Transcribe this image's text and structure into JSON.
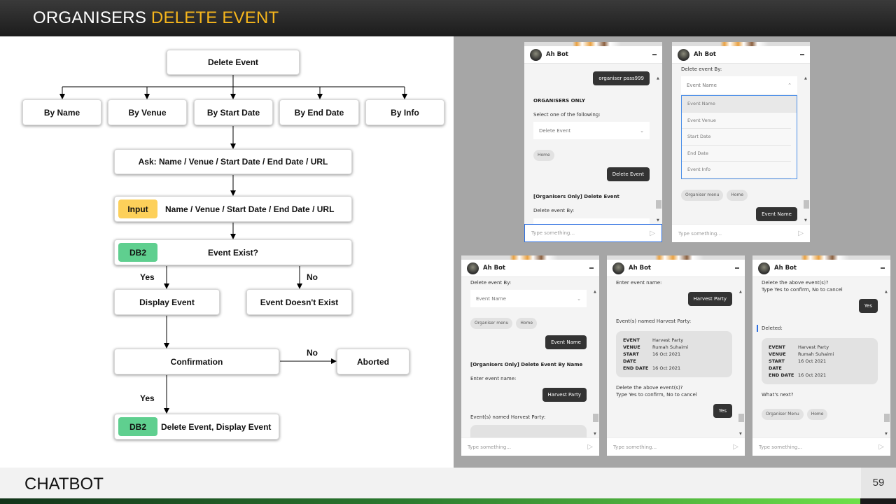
{
  "header": {
    "title_white": "ORGANISERS ",
    "title_accent": "DELETE EVENT",
    "accent_color": "#f6b61c"
  },
  "footer": {
    "section": "CHATBOT",
    "page_number": "59"
  },
  "flowchart": {
    "root": "Delete Event",
    "options": [
      "By Name",
      "By Venue",
      "By Start Date",
      "By End Date",
      "By Info"
    ],
    "ask": "Ask: Name / Venue / Start Date / End Date / URL",
    "input": {
      "badge": "Input",
      "text": "Name / Venue / Start Date / End Date / URL",
      "badge_color": "#fdd05a"
    },
    "exist": {
      "badge": "DB2",
      "text": "Event Exist?",
      "badge_color": "#5fcf8f"
    },
    "display": "Display Event",
    "not_exist": "Event Doesn't Exist",
    "confirmation": "Confirmation",
    "aborted": "Aborted",
    "delete": {
      "badge": "DB2",
      "text": "Delete Event, Display Event"
    },
    "labels": {
      "yes1": "Yes",
      "no1": "No",
      "no2": "No",
      "yes2": "Yes"
    }
  },
  "chat": {
    "bot_name": "Ah Bot",
    "input_placeholder": "Type something...",
    "panels": [
      {
        "focused": true,
        "messages": [
          {
            "type": "user",
            "text": "organiser pass999"
          },
          {
            "type": "bold",
            "text": "ORGANISERS ONLY"
          },
          {
            "type": "text",
            "text": "Select one of the following:"
          },
          {
            "type": "select",
            "text": "Delete Event",
            "open": false
          },
          {
            "type": "chips",
            "items": [
              "Home"
            ]
          },
          {
            "type": "user",
            "text": "Delete Event"
          },
          {
            "type": "bold",
            "text": "[Organisers Only] Delete Event"
          },
          {
            "type": "text",
            "text": "Delete event By:"
          },
          {
            "type": "partial-white"
          }
        ]
      },
      {
        "focused": false,
        "messages": [
          {
            "type": "text",
            "text": "Delete event By:",
            "first": true
          },
          {
            "type": "select",
            "text": "Event Name",
            "open": true
          },
          {
            "type": "dropdown",
            "items": [
              "Event Name",
              "Event Venue",
              "Start Date",
              "End Date",
              "Event Info"
            ],
            "highlighted": "Event Name"
          },
          {
            "type": "chips",
            "items": [
              "Organiser menu",
              "Home"
            ]
          },
          {
            "type": "user",
            "text": "Event Name"
          }
        ]
      },
      {
        "focused": false,
        "messages": [
          {
            "type": "text",
            "text": "Delete event By:",
            "first": true
          },
          {
            "type": "select",
            "text": "Event Name",
            "open": false
          },
          {
            "type": "chips",
            "items": [
              "Organiser menu",
              "Home"
            ]
          },
          {
            "type": "user",
            "text": "Event Name"
          },
          {
            "type": "bold",
            "text": "[Organisers Only] Delete Event By Name"
          },
          {
            "type": "text",
            "text": "Enter event name:"
          },
          {
            "type": "user",
            "text": "Harvest Party"
          },
          {
            "type": "text",
            "text": "Event(s) named Harvest Party:"
          },
          {
            "type": "partial"
          }
        ]
      },
      {
        "focused": false,
        "messages": [
          {
            "type": "text",
            "text": "Enter event name:",
            "first": true
          },
          {
            "type": "user",
            "text": "Harvest Party"
          },
          {
            "type": "text",
            "text": "Event(s) named Harvest Party:"
          },
          {
            "type": "card",
            "rows": [
              [
                "EVENT",
                "Harvest Party"
              ],
              [
                "VENUE",
                "Rumah Suhaimi"
              ],
              [
                "START DATE",
                "16 Oct 2021"
              ],
              [
                "END DATE",
                "16 Oct 2021"
              ]
            ]
          },
          {
            "type": "text",
            "text": "Delete the above event(s)?"
          },
          {
            "type": "text",
            "text": "Type Yes to confirm, No to cancel",
            "tight": true
          },
          {
            "type": "user",
            "text": "Yes"
          }
        ]
      },
      {
        "focused": false,
        "messages": [
          {
            "type": "text",
            "text": "Delete the above event(s)?",
            "first": true
          },
          {
            "type": "text",
            "text": "Type Yes to confirm, No to cancel",
            "tight": true
          },
          {
            "type": "user",
            "text": "Yes"
          },
          {
            "type": "deleted",
            "text": "Deleted:"
          },
          {
            "type": "card",
            "rows": [
              [
                "EVENT",
                "Harvest Party"
              ],
              [
                "VENUE",
                "Rumah Suhaimi"
              ],
              [
                "START DATE",
                "16 Oct 2021"
              ],
              [
                "END DATE",
                "16 Oct 2021"
              ]
            ]
          },
          {
            "type": "text",
            "text": "What's next?"
          },
          {
            "type": "chips",
            "items": [
              "Organiser Menu",
              "Home"
            ]
          }
        ]
      }
    ]
  }
}
